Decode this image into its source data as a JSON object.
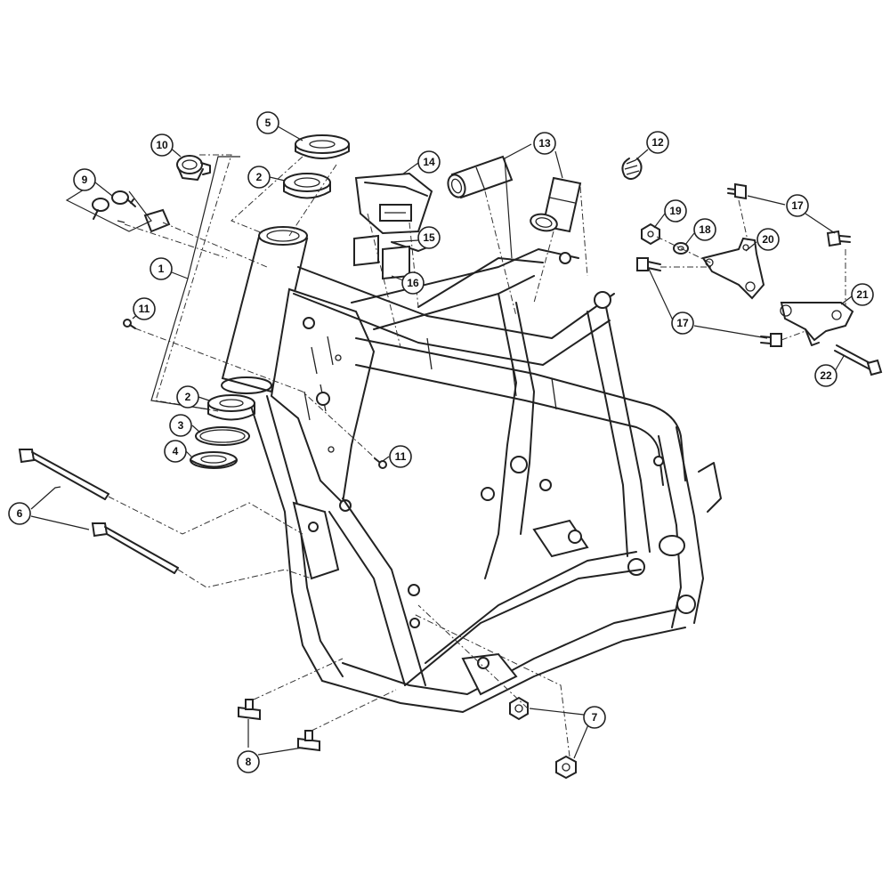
{
  "callouts": [
    {
      "id": "c1",
      "label": "1"
    },
    {
      "id": "c2a",
      "label": "2"
    },
    {
      "id": "c2b",
      "label": "2"
    },
    {
      "id": "c3",
      "label": "3"
    },
    {
      "id": "c4",
      "label": "4"
    },
    {
      "id": "c5",
      "label": "5"
    },
    {
      "id": "c6",
      "label": "6"
    },
    {
      "id": "c7",
      "label": "7"
    },
    {
      "id": "c8",
      "label": "8"
    },
    {
      "id": "c9",
      "label": "9"
    },
    {
      "id": "c10",
      "label": "10"
    },
    {
      "id": "c11a",
      "label": "11"
    },
    {
      "id": "c11b",
      "label": "11"
    },
    {
      "id": "c12",
      "label": "12"
    },
    {
      "id": "c13",
      "label": "13"
    },
    {
      "id": "c14",
      "label": "14"
    },
    {
      "id": "c15",
      "label": "15"
    },
    {
      "id": "c16",
      "label": "16"
    },
    {
      "id": "c17a",
      "label": "17"
    },
    {
      "id": "c17b",
      "label": "17"
    },
    {
      "id": "c18",
      "label": "18"
    },
    {
      "id": "c19",
      "label": "19"
    },
    {
      "id": "c20",
      "label": "20"
    },
    {
      "id": "c21",
      "label": "21"
    },
    {
      "id": "c22",
      "label": "22"
    }
  ]
}
